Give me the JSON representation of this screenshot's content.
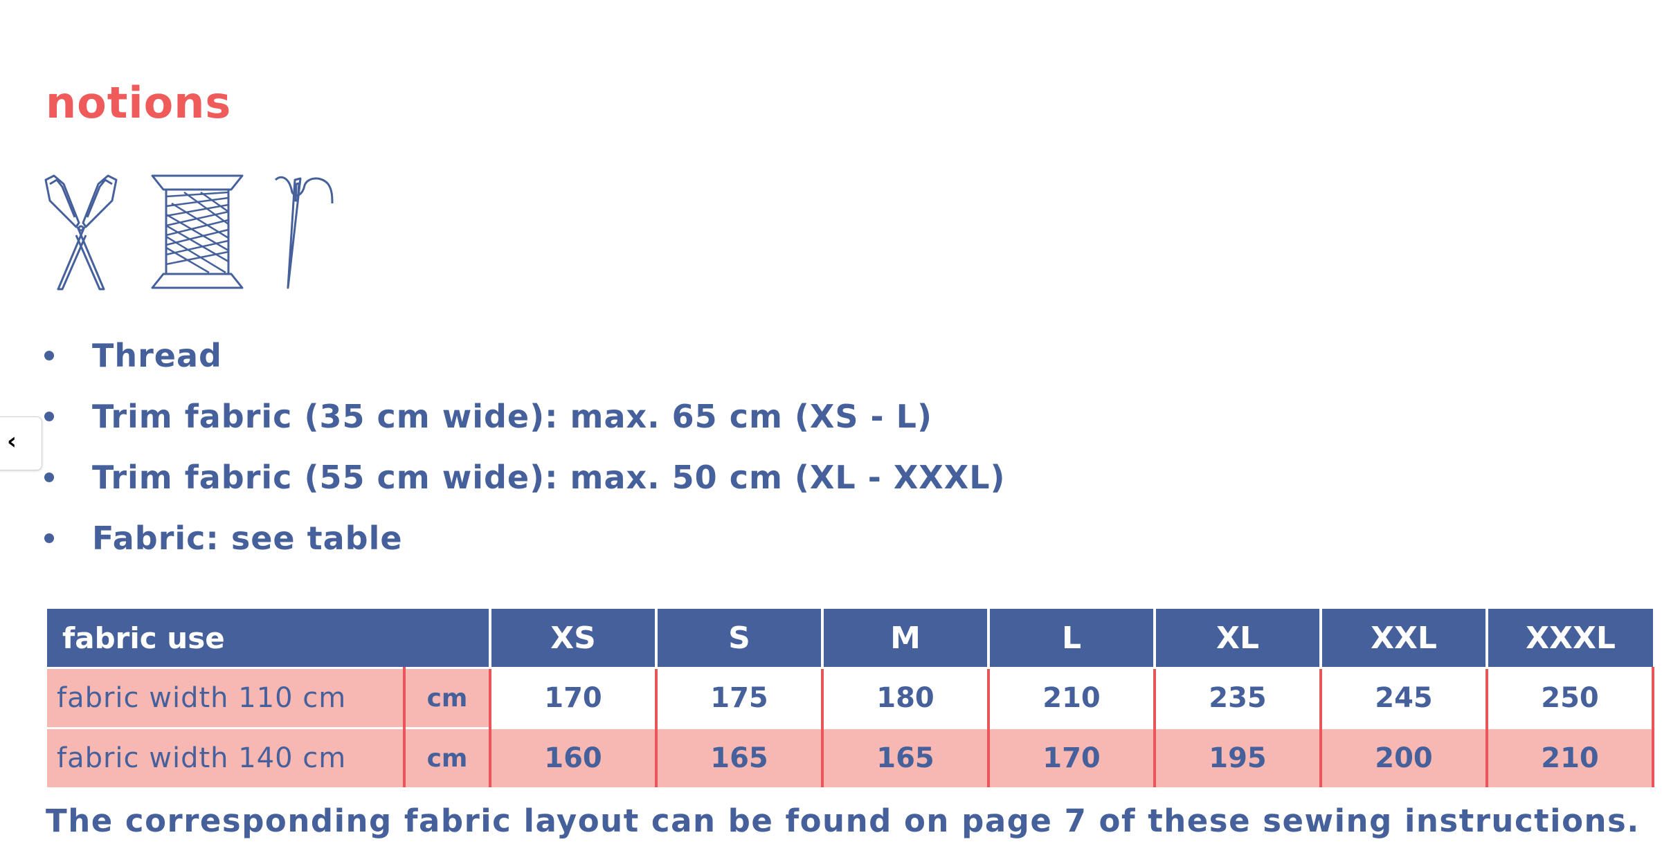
{
  "heading": "notions",
  "icons": [
    "scissors-icon",
    "thread-spool-icon",
    "needle-icon"
  ],
  "bullets": [
    "Thread",
    "Trim fabric (35 cm wide): max. 65 cm (XS - L)",
    "Trim fabric (55 cm wide): max. 50 cm (XL - XXXL)",
    "Fabric: see table"
  ],
  "nav": {
    "prev_icon": "‹"
  },
  "table": {
    "header_label": "fabric use",
    "sizes": [
      "XS",
      "S",
      "M",
      "L",
      "XL",
      "XXL",
      "XXXL"
    ],
    "rows": [
      {
        "label": "fabric width 110 cm",
        "unit": "cm",
        "values": [
          "170",
          "175",
          "180",
          "210",
          "235",
          "245",
          "250"
        ]
      },
      {
        "label": "fabric width 140 cm",
        "unit": "cm",
        "values": [
          "160",
          "165",
          "165",
          "170",
          "195",
          "200",
          "210"
        ]
      }
    ]
  },
  "note": "The corresponding fabric layout can be found on page 7 of these sewing instructions.",
  "colors": {
    "heading": "#ef5b5b",
    "text": "#45609a",
    "table_header_bg": "#45609a",
    "row_highlight": "#f7b8b3",
    "divider": "#e8555a"
  }
}
